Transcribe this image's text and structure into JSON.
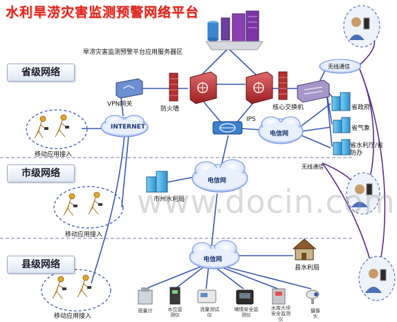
{
  "title": "水利旱涝灾害监测预警网络平台",
  "tiers": {
    "province": "省级网络",
    "city": "市级网络",
    "county": "县级网络"
  },
  "labels": {
    "server_zone": "旱涝灾害监测预警平台应用服务器区",
    "vpn_gateway": "VPN网关",
    "firewall": "防火墙",
    "core_switch": "核心交换机",
    "ips": "IPS",
    "internet": "INTERNET",
    "telecom_net_1": "电信网",
    "telecom_net_2": "电信网",
    "telecom_net_3": "电信网",
    "wireless_1": "无线通信",
    "wireless_2": "无线通信",
    "provincial_gov": "省政府",
    "provincial_weather": "省气象",
    "provincial_water": "省水利厅/省防办",
    "city_water_bureau": "市州水利局",
    "county_water_bureau": "县水利局",
    "mobile_access_1": "移动应用接入",
    "mobile_access_2": "移动应用接入",
    "mobile_access_3": "移动应用接入",
    "watermark": "www.docin.com"
  },
  "devices": [
    "雨量计",
    "水位监测仪",
    "流量测试仪",
    "墒情安全监测仪",
    "水库大坝安全监测仪",
    "摄像头"
  ]
}
